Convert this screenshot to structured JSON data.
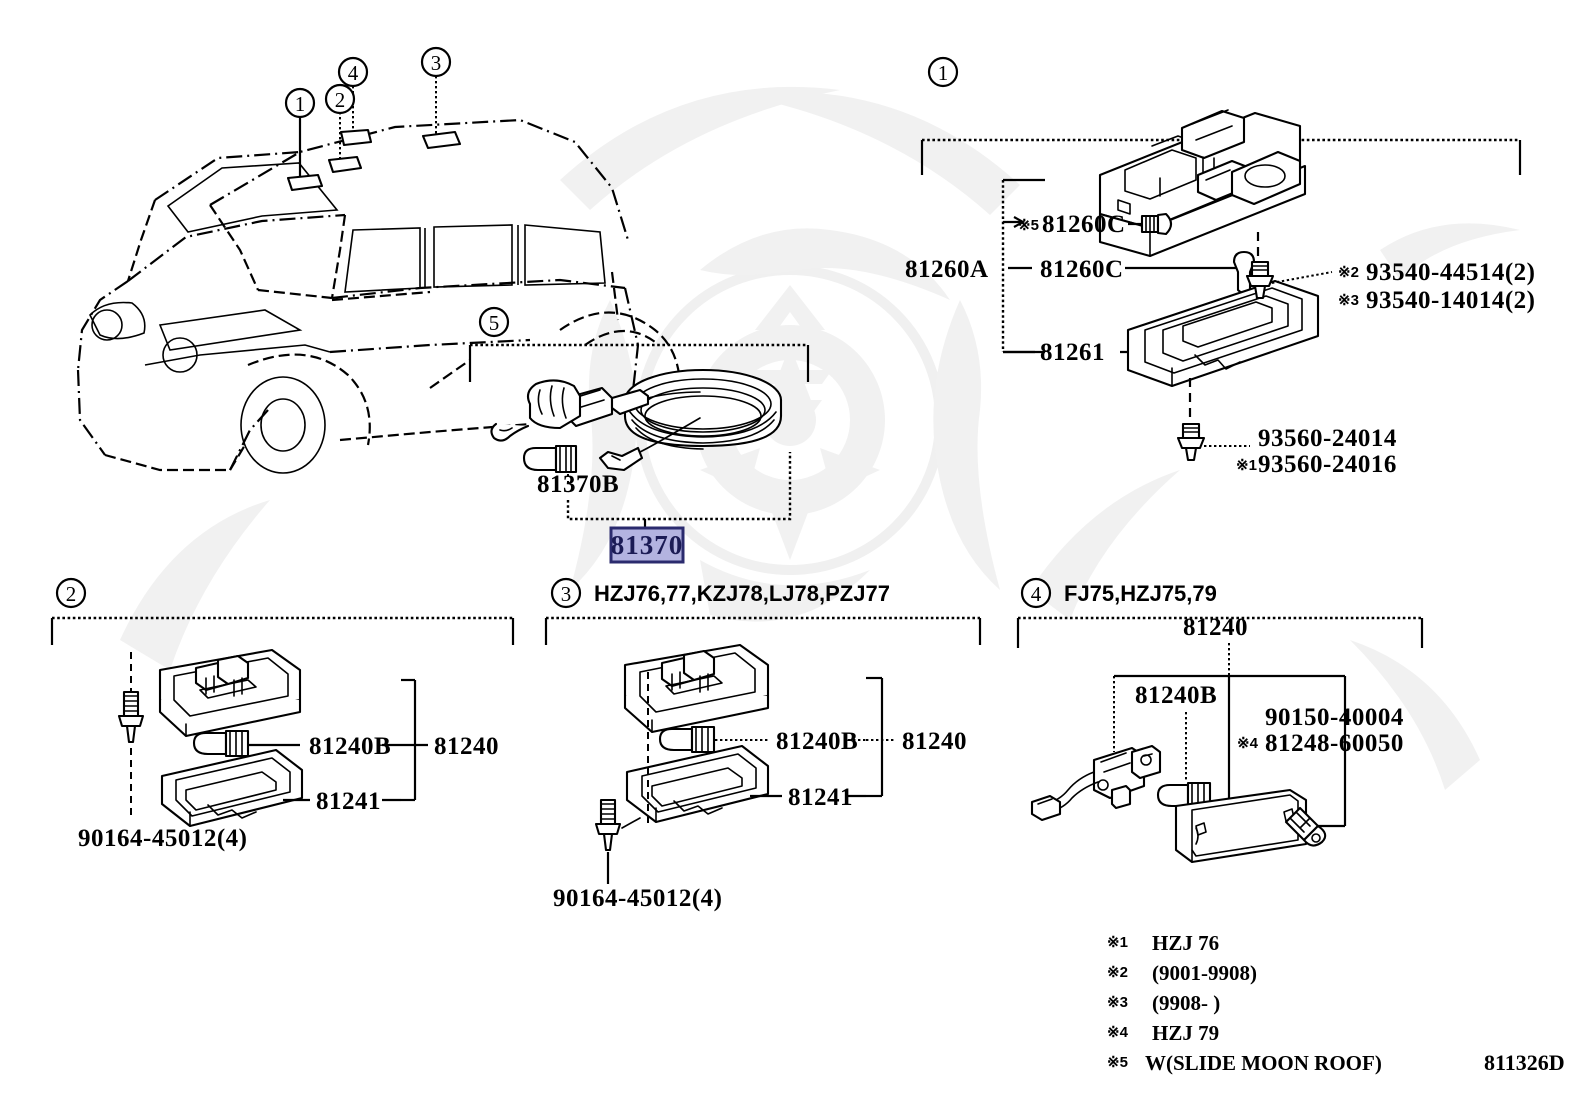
{
  "diagram": {
    "id_label": "811326D",
    "highlighted_part": "81370"
  },
  "callouts": [
    {
      "id": "1",
      "glyph": "①"
    },
    {
      "id": "2",
      "glyph": "②"
    },
    {
      "id": "3",
      "glyph": "③"
    },
    {
      "id": "4",
      "glyph": "④"
    },
    {
      "id": "5",
      "glyph": "⑤"
    }
  ],
  "section1": {
    "callout": "①",
    "labels": {
      "note5_bulb": "81260C",
      "note5_mark": "※5",
      "assembly": "81260A",
      "bulb": "81260C",
      "lens": "81261",
      "screw_note2_mark": "※2",
      "screw_note2": "93540-44514(2)",
      "screw_note3_mark": "※3",
      "screw_note3": "93540-14014(2)",
      "screw_plain": "93560-24014",
      "screw_note1_mark": "※1",
      "screw_note1": "93560-24016"
    }
  },
  "section5": {
    "callout": "⑤",
    "labels": {
      "bulb": "81370B",
      "assembly": "81370"
    }
  },
  "section2": {
    "callout": "②",
    "model": "",
    "labels": {
      "bulb": "81240B",
      "assembly": "81240",
      "lens": "81241",
      "screw": "90164-45012(4)"
    }
  },
  "section3": {
    "callout": "③",
    "model": "HZJ76,77,KZJ78,LJ78,PZJ77",
    "labels": {
      "bulb": "81240B",
      "assembly": "81240",
      "lens": "81241",
      "screw": "90164-45012(4)"
    }
  },
  "section4": {
    "callout": "④",
    "model": "FJ75,HZJ75,79",
    "labels": {
      "assembly": "81240",
      "bulb": "81240B",
      "screw": "90150-40004",
      "screw_note4_mark": "※4",
      "screw_note4": "81248-60050"
    }
  },
  "footnotes": [
    {
      "mark": "※1",
      "text": "HZJ 76"
    },
    {
      "mark": "※2",
      "text": "(9001-9908)"
    },
    {
      "mark": "※3",
      "text": "(9908-      )"
    },
    {
      "mark": "※4",
      "text": "HZJ 79"
    },
    {
      "mark": "※5",
      "text": "W(SLIDE MOON ROOF)"
    }
  ],
  "colors": {
    "highlight_fill": "#b3b3e0",
    "highlight_border": "#2b2b6e",
    "highlight_text": "#1b1b55",
    "line": "#000000",
    "watermark": "#f1f1f1"
  }
}
